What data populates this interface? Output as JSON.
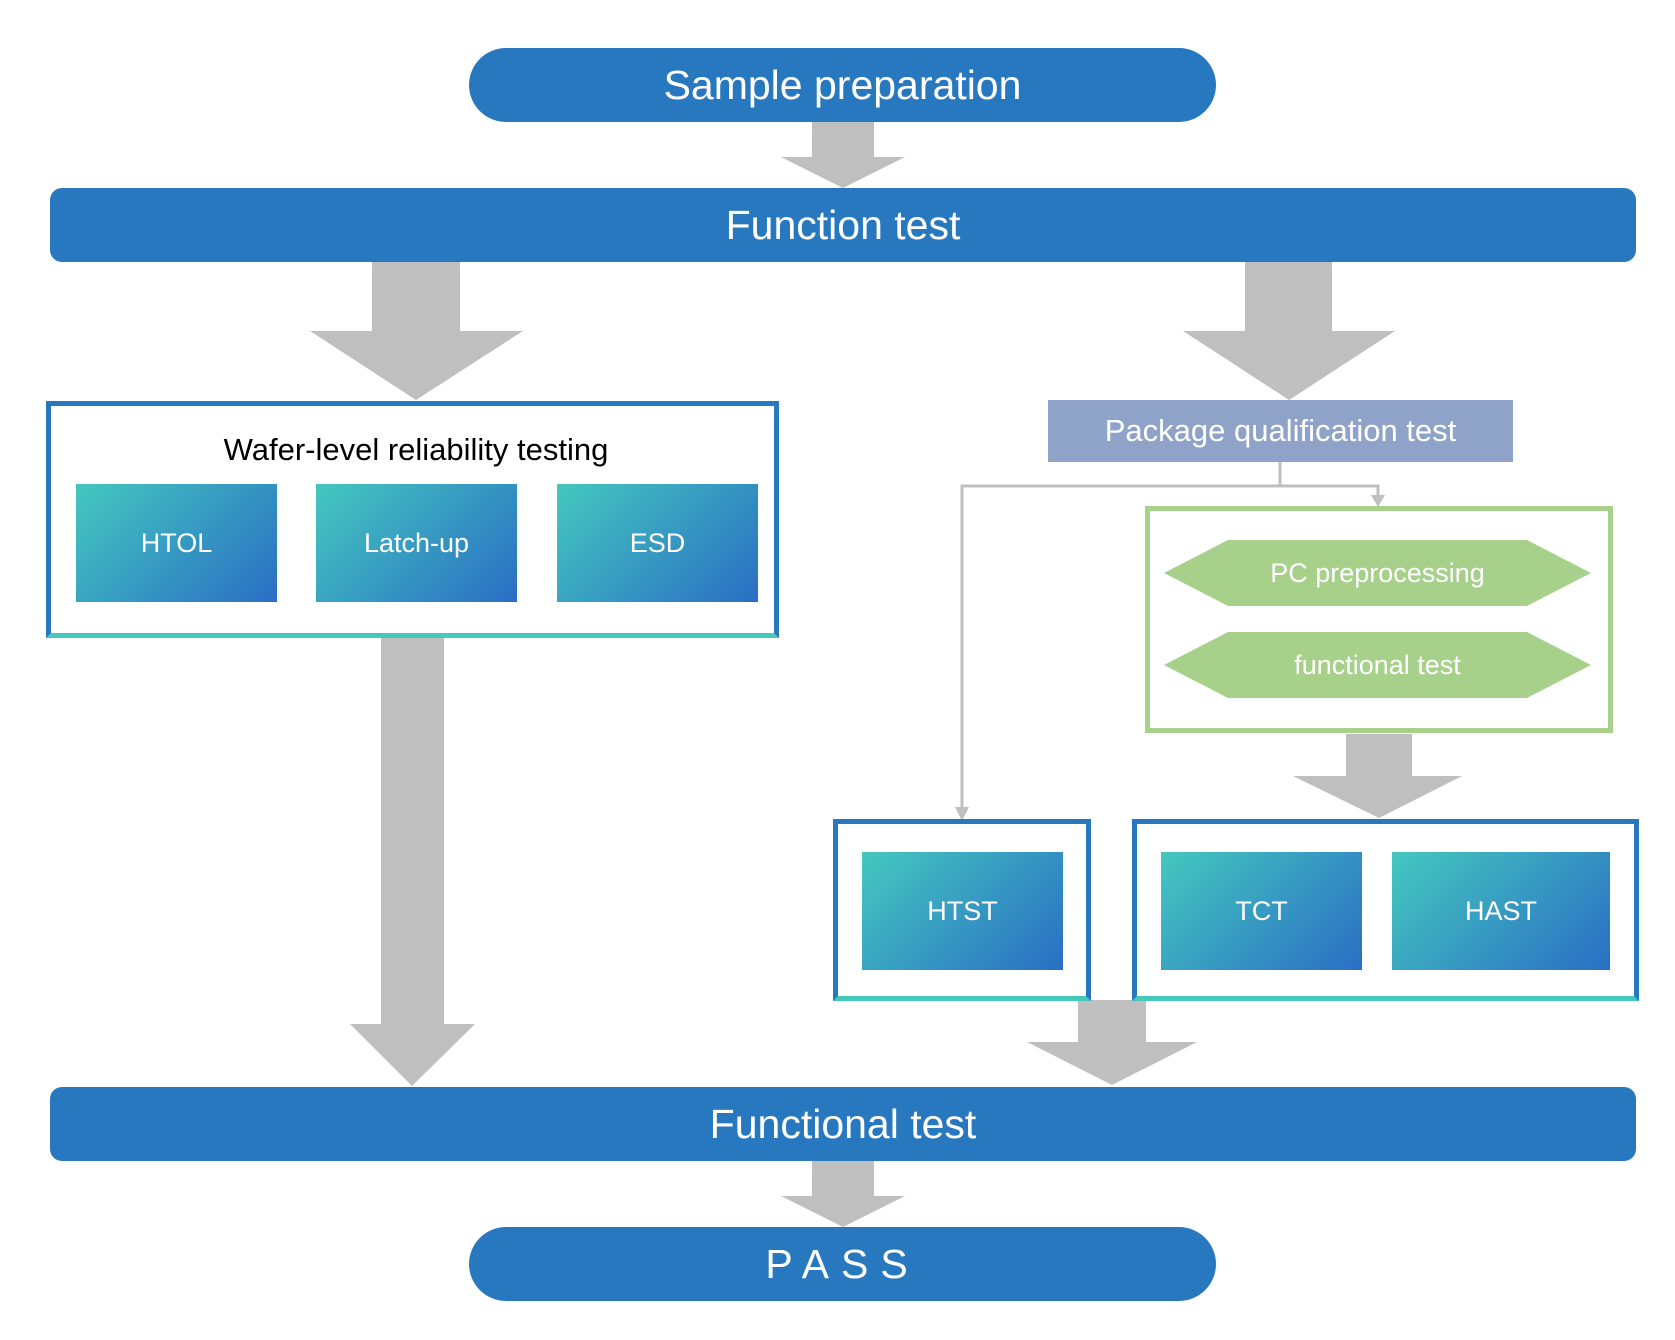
{
  "flow": {
    "sample_preparation": "Sample preparation",
    "function_test": "Function test",
    "functional_test": "Functional test",
    "pass": "PASS"
  },
  "wafer_level": {
    "title": "Wafer-level reliability testing",
    "items": [
      "HTOL",
      "Latch-up",
      "ESD"
    ]
  },
  "package": {
    "title": "Package qualification test",
    "preconditioning": [
      "PC preprocessing",
      "functional test"
    ],
    "htst": "HTST",
    "tct": "TCT",
    "hast": "HAST"
  },
  "colors": {
    "primary_blue": "#2878c0",
    "teal": "#46c9bd",
    "arrow_gray": "#bfbfbf",
    "package_header": "#8fa3c8",
    "pc_green": "#a7d18b"
  }
}
